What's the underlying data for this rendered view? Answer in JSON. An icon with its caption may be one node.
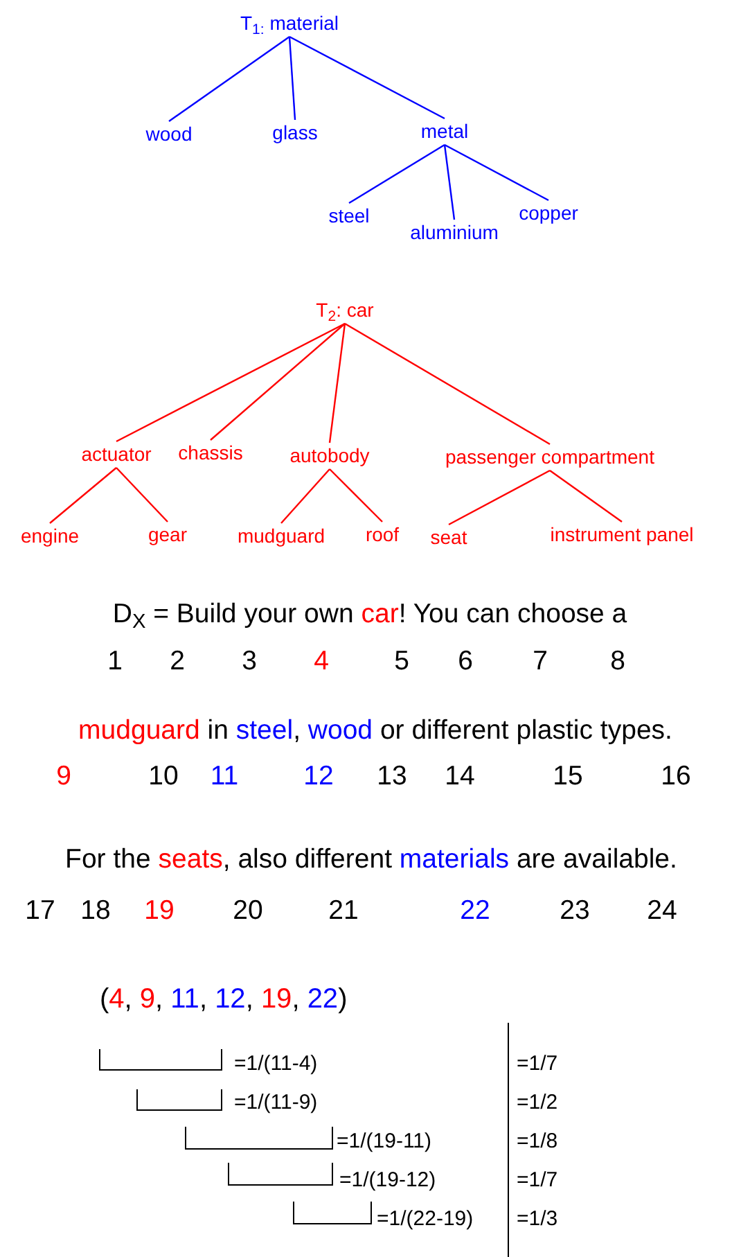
{
  "diagram": {
    "nodes": [
      {
        "text": [
          "T$_{1:}$ material"
        ]
      },
      {
        "text": [
          "wood"
        ]
      },
      {
        "text": [
          "glass"
        ]
      },
      {
        "text": [
          "metal"
        ]
      },
      {
        "text": [
          "steel"
        ]
      },
      {
        "text": [
          "aluminium"
        ]
      },
      {
        "text": [
          "copper"
        ]
      },
      {
        "text": [
          "T$_{2}$: car"
        ]
      },
      {
        "text": [
          "actuator"
        ]
      },
      {
        "text": [
          "chassis"
        ]
      },
      {
        "text": [
          "autobody"
        ]
      },
      {
        "text": [
          "passenger compartment"
        ]
      },
      {
        "text": [
          "engine"
        ]
      },
      {
        "text": [
          "gear"
        ]
      },
      {
        "text": [
          "mudguard"
        ]
      },
      {
        "text": [
          "roof"
        ]
      },
      {
        "text": [
          "seat"
        ]
      },
      {
        "text": [
          "instrument panel"
        ]
      }
    ],
    "edges": [
      {
        "from": 0,
        "to": 1,
        "arrow": "none",
        "color": "#0000ff"
      },
      {
        "from": 0,
        "to": 2,
        "arrow": "none",
        "color": "#0000ff"
      },
      {
        "from": 0,
        "to": 3,
        "arrow": "none",
        "color": "#0000ff"
      },
      {
        "from": 3,
        "to": 4,
        "arrow": "none",
        "color": "#0000ff"
      },
      {
        "from": 3,
        "to": 5,
        "arrow": "none",
        "color": "#0000ff"
      },
      {
        "from": 3,
        "to": 6,
        "arrow": "none",
        "color": "#0000ff"
      },
      {
        "from": 7,
        "to": 8,
        "arrow": "none"
      },
      {
        "from": 7,
        "to": 9,
        "arrow": "none"
      },
      {
        "from": 7,
        "to": 10,
        "arrow": "none"
      },
      {
        "from": 7,
        "to": 11,
        "arrow": "none"
      },
      {
        "from": 8,
        "to": 12,
        "arrow": "none"
      },
      {
        "from": 8,
        "to": 13,
        "arrow": "none"
      },
      {
        "from": 10,
        "to": 14,
        "arrow": "none"
      },
      {
        "from": 10,
        "to": 15,
        "arrow": "none"
      },
      {
        "from": 11,
        "to": 16,
        "arrow": "none"
      },
      {
        "from": 11,
        "to": 17,
        "arrow": "none"
      }
    ],
    "labels": [
      "D$_{X}$ = Build your own car! You can choose a",
      "1",
      "2",
      "3",
      "4",
      "5",
      "6",
      "7",
      "8",
      "mudguard in steel, wood or different plastic types.",
      "9",
      "10",
      "11",
      "12",
      "13",
      "14",
      "15",
      "16",
      "For the seats, also different materials are available.",
      "17",
      "18",
      "19",
      "20",
      "21",
      "22",
      "23",
      "24",
      "(4, 9, 11, 12, 19, 22)",
      "=1/(11-4)",
      "=1/7",
      "=1/(11-9)",
      "=1/2",
      "=1/(19-11)",
      "=1/8",
      "=1/(19-12)",
      "=1/7",
      "=1/(22-19)",
      "=1/3"
    ]
  }
}
